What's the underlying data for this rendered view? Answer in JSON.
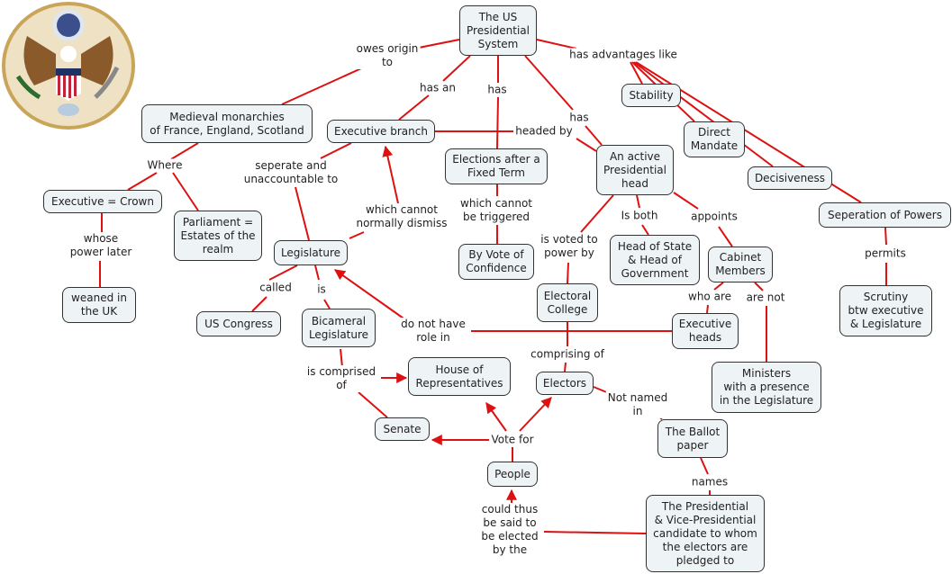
{
  "title": "The US Presidential System",
  "colors": {
    "link": "#dd1111",
    "node_fill": "#eef3f5",
    "node_border": "#333333"
  },
  "seal": {
    "icon": "great-seal-icon",
    "label": "Great Seal of the United States"
  },
  "nodes": {
    "us_system": "The US\nPresidential\nSystem",
    "medieval": "Medieval monarchies\nof France, England, Scotland",
    "exec_crown": "Executive = Crown",
    "parliament": "Parliament =\nEstates of the\nrealm",
    "weaned": "weaned in\nthe UK",
    "exec_branch": "Executive branch",
    "elections": "Elections after a\nFixed Term",
    "vote_conf": "By Vote of\nConfidence",
    "active_head": "An active\nPresidential\nhead",
    "stability": "Stability",
    "direct": "Direct\nMandate",
    "decisive": "Decisiveness",
    "seperation": "Seperation of Powers",
    "scrutiny": "Scrutiny\nbtw executive\n& Legislature",
    "legislature": "Legislature",
    "us_congress": "US Congress",
    "bicameral": "Bicameral\nLegislature",
    "house": "House of\nRepresentatives",
    "senate": "Senate",
    "people": "People",
    "electoral": "Electoral\nCollege",
    "electors": "Electors",
    "head_state": "Head of State\n& Head of\nGovernment",
    "cabinet": "Cabinet\nMembers",
    "exec_heads": "Executive\nheads",
    "ministers": "Ministers\nwith a presence\nin the Legislature",
    "ballot": "The Ballot\npaper",
    "candidate": "The Presidential\n& Vice-Presidential\ncandidate to whom\nthe electors are\npledged to"
  },
  "labels": {
    "owes": "owes origin\nto",
    "has_an": "has an",
    "has1": "has",
    "has2": "has",
    "advantages": "has advantages like",
    "where": "Where",
    "whose": "whose\npower later",
    "headed": "headed by",
    "seperate": "seperate and\nunaccountable to",
    "cannot_dismiss": "which cannot\nnormally dismiss",
    "cannot_trigger": "which cannot\nbe triggered",
    "voted": "is voted to\npower by",
    "is_both": "Is both",
    "appoints": "appoints",
    "permits": "permits",
    "called": "called",
    "is": "is",
    "who_are": "who are",
    "are_not": "are not",
    "no_role": "do not have\nrole in",
    "comprised": "is comprised\nof",
    "comprising": "comprising of",
    "not_named": "Not named\nin",
    "vote_for": "Vote for",
    "names": "names",
    "elected_by": "could thus\nbe said to\nbe elected\nby the"
  }
}
